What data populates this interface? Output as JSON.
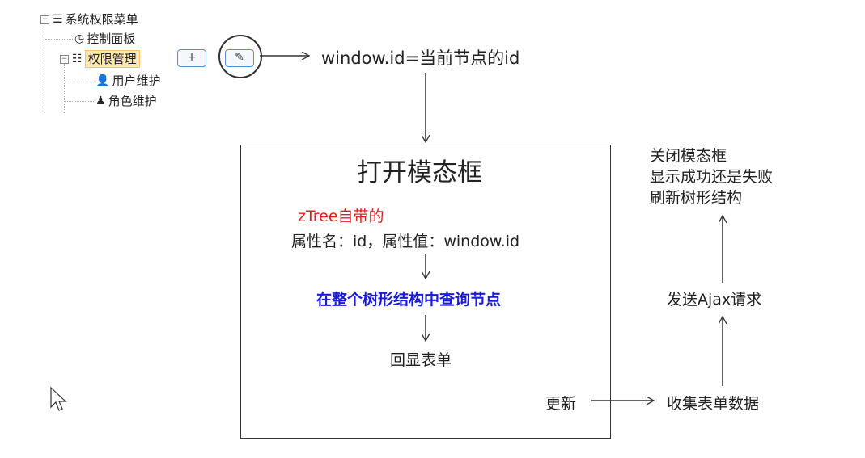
{
  "tree": {
    "root_label": "系统权限菜单",
    "items": [
      {
        "label": "控制面板"
      },
      {
        "label": "权限管理"
      },
      {
        "label": "用户维护"
      },
      {
        "label": "角色维护"
      }
    ],
    "add_button": "+",
    "edit_button": "✎"
  },
  "diagram": {
    "top_note": "window.id=当前节点的id",
    "modal_title": "打开模态框",
    "ztree_note": "zTree自带的",
    "attr_line": "属性名：id，属性值：window.id",
    "query_node": "在整个树形结构中查询节点",
    "echo_form": "回显表单",
    "update": "更新",
    "collect": "收集表单数据",
    "send_ajax": "发送Ajax请求",
    "result_lines": [
      "关闭模态框",
      "显示成功还是失败",
      "刷新树形结构"
    ]
  },
  "colors": {
    "red_note": "#e02020",
    "blue_note": "#1a1adb"
  }
}
